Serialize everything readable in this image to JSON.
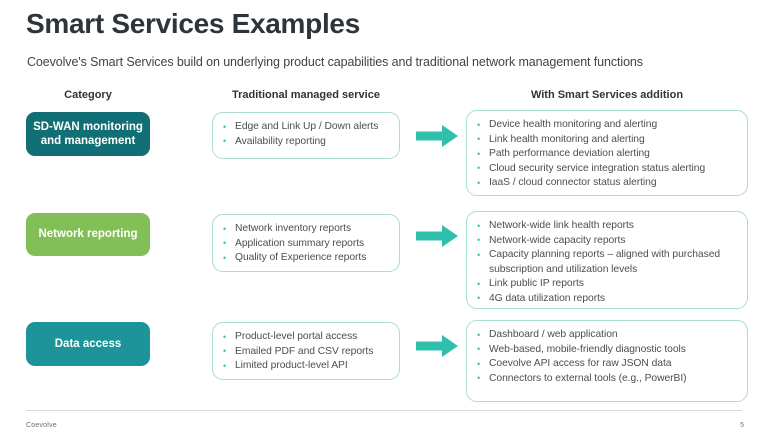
{
  "slide": {
    "title": "Smart Services Examples",
    "subtitle": "Coevolve's Smart Services build on underlying product capabilities and traditional network management functions",
    "page_number": "5",
    "brand": "Coevolve"
  },
  "columns": {
    "category": "Category",
    "traditional": "Traditional managed service",
    "smart": "With Smart Services addition"
  },
  "colors": {
    "badge_sdwan": "#106e74",
    "badge_network_reporting": "#82bf56",
    "badge_data_access": "#1d9499",
    "box_border": "#a9ddd4",
    "bullet": "#3fbfae",
    "arrow": "#2fc0ad",
    "title_text": "#2e3438"
  },
  "rows": [
    {
      "category": "SD-WAN monitoring and management",
      "traditional": [
        "Edge and Link Up / Down alerts",
        "Availability reporting"
      ],
      "smart": [
        "Device health monitoring and alerting",
        "Link health monitoring and alerting",
        "Path performance deviation alerting",
        "Cloud security service integration status alerting",
        "IaaS / cloud connector status alerting"
      ],
      "arrow_icon": "arrow-right-icon"
    },
    {
      "category": "Network reporting",
      "traditional": [
        "Network inventory reports",
        "Application summary reports",
        "Quality of Experience reports"
      ],
      "smart": [
        "Network-wide link health reports",
        "Network-wide capacity reports",
        "Capacity planning reports – aligned with purchased subscription and utilization levels",
        "Link public IP reports",
        "4G data utilization reports"
      ],
      "arrow_icon": "arrow-right-icon"
    },
    {
      "category": "Data access",
      "traditional": [
        "Product-level portal access",
        "Emailed PDF and CSV reports",
        "Limited product-level API"
      ],
      "smart": [
        "Dashboard / web application",
        "Web-based, mobile-friendly diagnostic tools",
        "Coevolve API access for raw JSON data",
        "Connectors to external tools (e.g., PowerBI)"
      ],
      "arrow_icon": "arrow-right-icon"
    }
  ]
}
